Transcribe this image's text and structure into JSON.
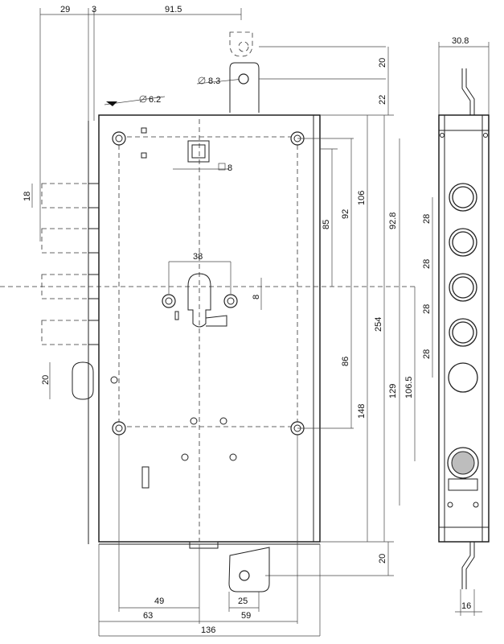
{
  "dimensions": {
    "top_29": "29",
    "top_3": "3",
    "top_91_5": "91.5",
    "diam_6_2": "6.2",
    "diam_8_3": "8.3",
    "right_20_top": "20",
    "right_22": "22",
    "square_8": "8",
    "diam_18": "18",
    "v_85": "85",
    "v_92": "92",
    "v_106": "106",
    "v_92_8": "92.8",
    "h_38": "38",
    "v_8": "8",
    "v_254": "254",
    "v_86": "86",
    "diam_20": "20",
    "v_148": "148",
    "v_129": "129",
    "v_106_5": "106.5",
    "bolt_pitch": [
      "28",
      "28",
      "28",
      "28"
    ],
    "right_20_bottom": "20",
    "side_30_8": "30.8",
    "bottom_49": "49",
    "bottom_25": "25",
    "bottom_63": "63",
    "bottom_59": "59",
    "bottom_136": "136",
    "side_16": "16"
  }
}
